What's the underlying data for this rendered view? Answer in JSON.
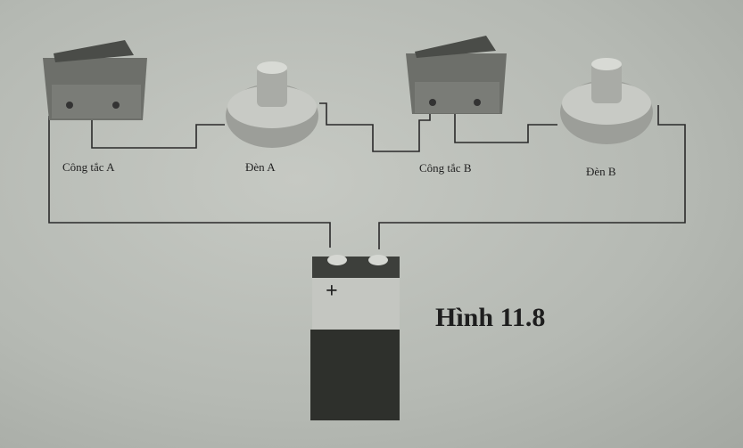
{
  "labels": {
    "switch_a": "Công tắc A",
    "lamp_a": "Đèn A",
    "switch_b": "Công tắc B",
    "lamp_b": "Đèn B"
  },
  "battery": {
    "plus": "+"
  },
  "figure_caption": "Hình 11.8"
}
